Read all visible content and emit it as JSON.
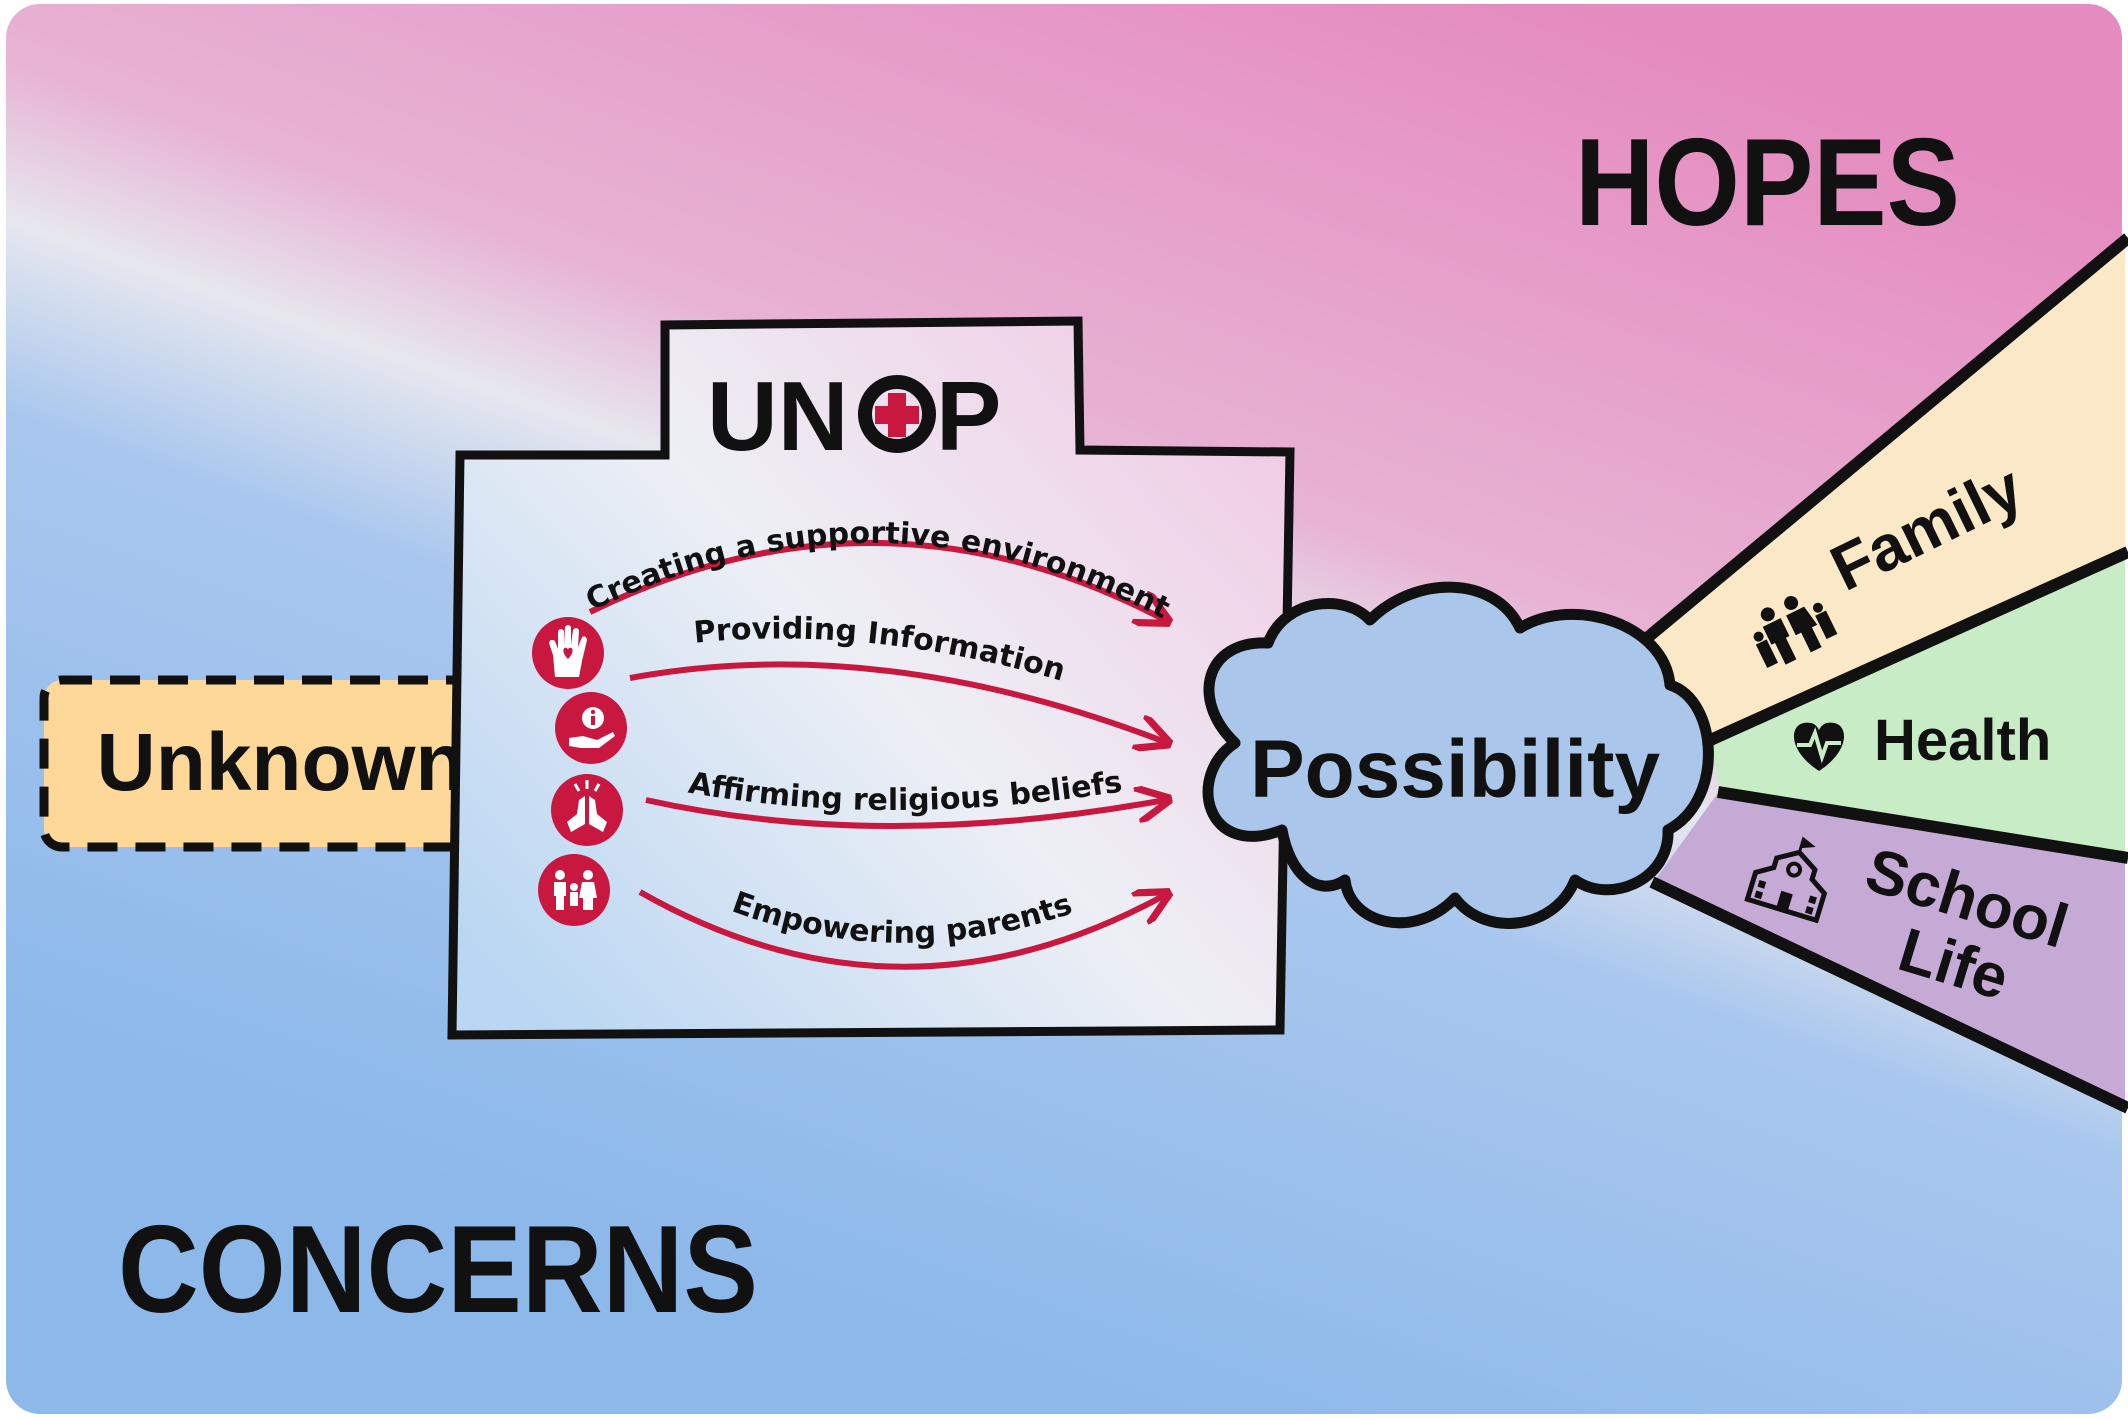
{
  "hopes": "HOPES",
  "concerns": "CONCERNS",
  "unknown": "Unknown",
  "possibility": "Possibility",
  "unop": {
    "title_left": "UN",
    "title_right": "P"
  },
  "strategies": [
    {
      "label": "Creating a supportive environment",
      "icon": "hand-heart-icon"
    },
    {
      "label": "Providing Information",
      "icon": "info-hand-icon"
    },
    {
      "label": "Affirming religious beliefs",
      "icon": "praying-hands-icon"
    },
    {
      "label": "Empowering parents",
      "icon": "parents-child-icon"
    }
  ],
  "outcomes": [
    {
      "label": "Family",
      "icon": "family-icon",
      "color": "#fbe8c7"
    },
    {
      "label": "Health",
      "icon": "heart-pulse-icon",
      "color": "#c8ecc5"
    },
    {
      "label": "School",
      "label2": "Life",
      "icon": "school-icon",
      "color": "#c6aad6"
    }
  ],
  "colors": {
    "accent_red": "#c8183f",
    "unknown_fill": "#fdd898",
    "cloud_fill": "#aac6eb",
    "pink": "#e58bbf",
    "blue": "#8cb8ea"
  }
}
